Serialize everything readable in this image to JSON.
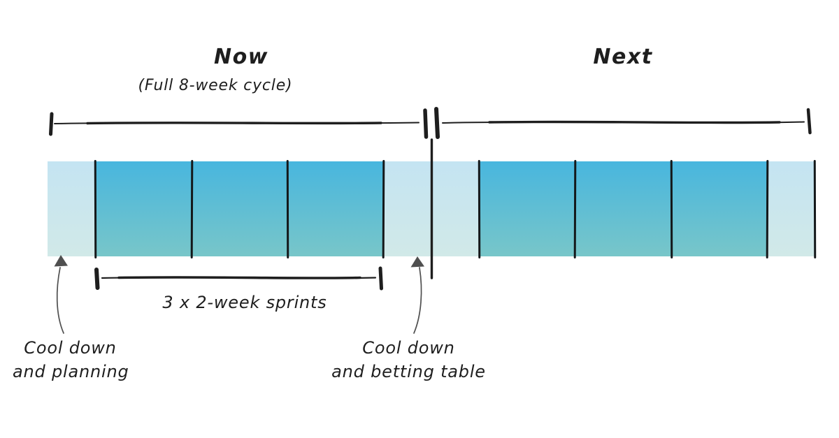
{
  "header": {
    "now_label": "Now",
    "now_subtitle": "(Full 8-week cycle)",
    "next_label": "Next"
  },
  "annotations": {
    "sprints_label": "3 x 2-week sprints",
    "cooldown_planning": [
      "Cool down",
      "and planning"
    ],
    "cooldown_betting": [
      "Cool down",
      "and betting table"
    ]
  },
  "timeline": {
    "week_count_per_cycle": 8,
    "cycles": [
      {
        "name": "Now",
        "blocks": [
          {
            "type": "cooldown",
            "weeks": 1,
            "label": "Cool down and planning"
          },
          {
            "type": "sprint",
            "weeks": 2,
            "label": "2-week sprint"
          },
          {
            "type": "sprint",
            "weeks": 2,
            "label": "2-week sprint"
          },
          {
            "type": "sprint",
            "weeks": 2,
            "label": "2-week sprint"
          },
          {
            "type": "cooldown",
            "weeks": 1,
            "label": "Cool down and betting table"
          }
        ]
      },
      {
        "name": "Next",
        "blocks": [
          {
            "type": "cooldown",
            "weeks": 1,
            "label": "Cool down"
          },
          {
            "type": "sprint",
            "weeks": 2,
            "label": "2-week sprint"
          },
          {
            "type": "sprint",
            "weeks": 2,
            "label": "2-week sprint"
          },
          {
            "type": "sprint",
            "weeks": 2,
            "label": "2-week sprint"
          },
          {
            "type": "cooldown",
            "weeks": 1,
            "label": "Cool down"
          }
        ]
      }
    ]
  },
  "colors": {
    "ink": "#1e1e1e",
    "arrow": "#4f4f4f",
    "sprint_top": "#48b6de",
    "sprint_bottom": "#78c6c9",
    "cooldown_top": "#c4e4f2",
    "cooldown_bottom": "#d1e9e8",
    "block_border": "#14181a",
    "bg": "#ffffff"
  }
}
